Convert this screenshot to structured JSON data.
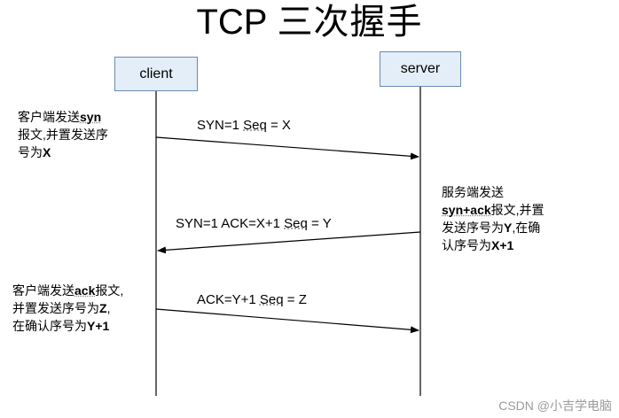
{
  "title": {
    "latin": "TCP",
    "cn": "三次握手"
  },
  "nodes": {
    "client": "client",
    "server": "server"
  },
  "messages": [
    {
      "pre": "SYN=1  ",
      "seq": "Seq",
      "post": " = X"
    },
    {
      "pre": "SYN=1  ACK=X+1 ",
      "seq": "Seq",
      "post": " = Y"
    },
    {
      "pre": "ACK=Y+1 ",
      "seq": "Seq",
      "post": " = Z"
    }
  ],
  "notes": {
    "client_1": {
      "l1a": "客户端发送",
      "l1b": "syn",
      "l2": "报文,并置发送序",
      "l3a": "号为",
      "l3b": "X"
    },
    "server_1": {
      "l1": "服务端发送",
      "l2a": "syn+ack",
      "l2b": "报文,并置",
      "l3a": "发送序号为",
      "l3b": "Y",
      "l3c": ",在确",
      "l4a": "认序号为",
      "l4b": "X+1"
    },
    "client_2": {
      "l1a": "客户端发送",
      "l1b": "ack",
      "l1c": "报文,",
      "l2a": "并置发送序号为",
      "l2b": "Z",
      "l2c": ",",
      "l3a": "在确认序号为",
      "l3b": "Y+1"
    }
  },
  "watermark": "CSDN @小吉学电脑"
}
